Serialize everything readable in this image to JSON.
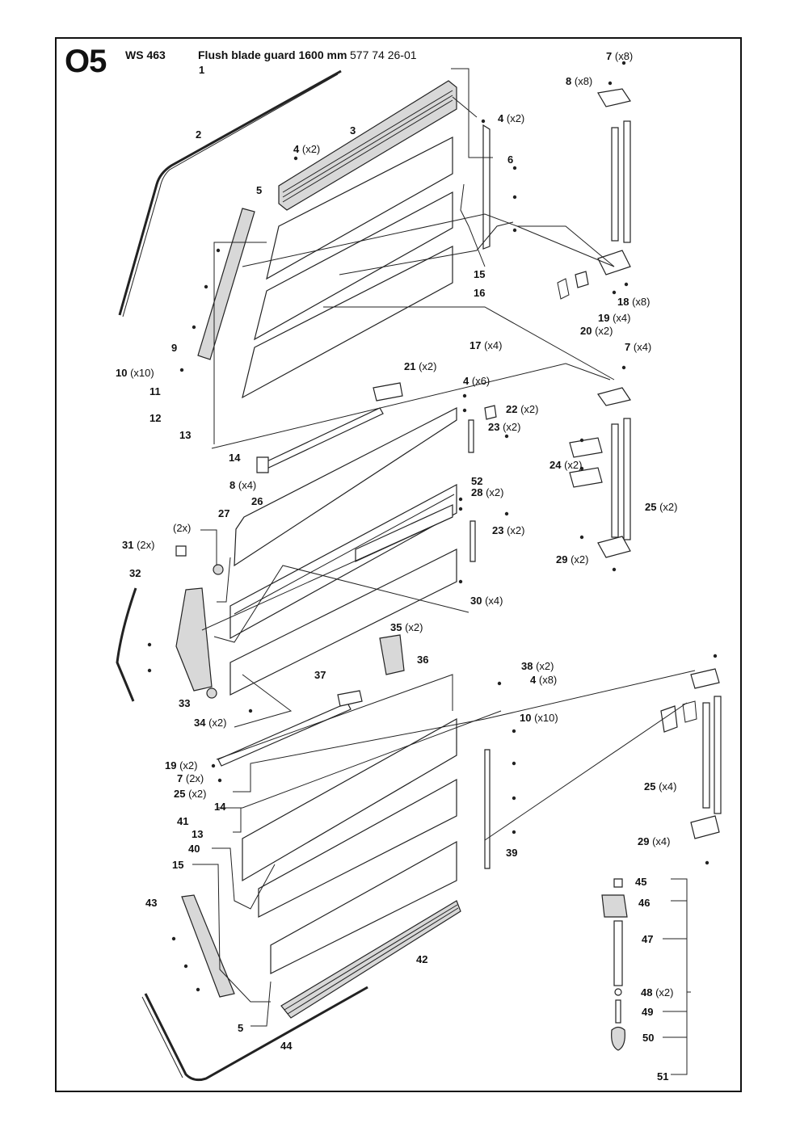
{
  "header": {
    "section_code": "O5",
    "model": "WS 463",
    "title": "Flush blade guard 1600 mm",
    "part_number": "577 74 26-01"
  },
  "callouts": [
    {
      "id": "c1",
      "num": "1",
      "qty": ""
    },
    {
      "id": "c2",
      "num": "2",
      "qty": ""
    },
    {
      "id": "c3",
      "num": "3",
      "qty": ""
    },
    {
      "id": "c4a",
      "num": "4",
      "qty": "(x2)"
    },
    {
      "id": "c4b",
      "num": "4",
      "qty": "(x2)"
    },
    {
      "id": "c5a",
      "num": "5",
      "qty": ""
    },
    {
      "id": "c6",
      "num": "6",
      "qty": ""
    },
    {
      "id": "c7a",
      "num": "7",
      "qty": "(x8)"
    },
    {
      "id": "c8a",
      "num": "8",
      "qty": "(x8)"
    },
    {
      "id": "c9",
      "num": "9",
      "qty": ""
    },
    {
      "id": "c10a",
      "num": "10",
      "qty": "(x10)"
    },
    {
      "id": "c11",
      "num": "11",
      "qty": ""
    },
    {
      "id": "c12",
      "num": "12",
      "qty": ""
    },
    {
      "id": "c13a",
      "num": "13",
      "qty": ""
    },
    {
      "id": "c14a",
      "num": "14",
      "qty": ""
    },
    {
      "id": "c15a",
      "num": "15",
      "qty": ""
    },
    {
      "id": "c16",
      "num": "16",
      "qty": ""
    },
    {
      "id": "c17",
      "num": "17",
      "qty": "(x4)"
    },
    {
      "id": "c18",
      "num": "18",
      "qty": "(x8)"
    },
    {
      "id": "c19a",
      "num": "19",
      "qty": "(x4)"
    },
    {
      "id": "c20",
      "num": "20",
      "qty": "(x2)"
    },
    {
      "id": "c7b",
      "num": "7",
      "qty": "(x4)"
    },
    {
      "id": "c21",
      "num": "21",
      "qty": "(x2)"
    },
    {
      "id": "c4c",
      "num": "4",
      "qty": "(x6)"
    },
    {
      "id": "c22",
      "num": "22",
      "qty": "(x2)"
    },
    {
      "id": "c23a",
      "num": "23",
      "qty": "(x2)"
    },
    {
      "id": "c24",
      "num": "24",
      "qty": "(x2)"
    },
    {
      "id": "c8b",
      "num": "8",
      "qty": "(x4)"
    },
    {
      "id": "c52",
      "num": "52",
      "qty": ""
    },
    {
      "id": "c28",
      "num": "28",
      "qty": "(x2)"
    },
    {
      "id": "c26",
      "num": "26",
      "qty": ""
    },
    {
      "id": "c25a",
      "num": "25",
      "qty": "(x2)"
    },
    {
      "id": "c27",
      "num": "27",
      "qty": ""
    },
    {
      "id": "c23b",
      "num": "23",
      "qty": "(x2)"
    },
    {
      "id": "c31",
      "num": "31",
      "qty": "(2x)"
    },
    {
      "id": "c31b",
      "num": "",
      "qty": "(2x)"
    },
    {
      "id": "c29a",
      "num": "29",
      "qty": "(x2)"
    },
    {
      "id": "c32",
      "num": "32",
      "qty": ""
    },
    {
      "id": "c30",
      "num": "30",
      "qty": "(x4)"
    },
    {
      "id": "c35",
      "num": "35",
      "qty": "(x2)"
    },
    {
      "id": "c36",
      "num": "36",
      "qty": ""
    },
    {
      "id": "c37",
      "num": "37",
      "qty": ""
    },
    {
      "id": "c38",
      "num": "38",
      "qty": "(x2)"
    },
    {
      "id": "c4d",
      "num": "4",
      "qty": "(x8)"
    },
    {
      "id": "c33",
      "num": "33",
      "qty": ""
    },
    {
      "id": "c34",
      "num": "34",
      "qty": "(x2)"
    },
    {
      "id": "c10b",
      "num": "10",
      "qty": "(x10)"
    },
    {
      "id": "c19b",
      "num": "19",
      "qty": "(x2)"
    },
    {
      "id": "c7c",
      "num": "7",
      "qty": "(2x)"
    },
    {
      "id": "c25b",
      "num": "25",
      "qty": "(x2)"
    },
    {
      "id": "c25c",
      "num": "25",
      "qty": "(x4)"
    },
    {
      "id": "c14b",
      "num": "14",
      "qty": ""
    },
    {
      "id": "c41",
      "num": "41",
      "qty": ""
    },
    {
      "id": "c13b",
      "num": "13",
      "qty": ""
    },
    {
      "id": "c29b",
      "num": "29",
      "qty": "(x4)"
    },
    {
      "id": "c40",
      "num": "40",
      "qty": ""
    },
    {
      "id": "c39",
      "num": "39",
      "qty": ""
    },
    {
      "id": "c15b",
      "num": "15",
      "qty": ""
    },
    {
      "id": "c45",
      "num": "45",
      "qty": ""
    },
    {
      "id": "c43",
      "num": "43",
      "qty": ""
    },
    {
      "id": "c46",
      "num": "46",
      "qty": ""
    },
    {
      "id": "c47",
      "num": "47",
      "qty": ""
    },
    {
      "id": "c42",
      "num": "42",
      "qty": ""
    },
    {
      "id": "c48",
      "num": "48",
      "qty": "(x2)"
    },
    {
      "id": "c49",
      "num": "49",
      "qty": ""
    },
    {
      "id": "c5b",
      "num": "5",
      "qty": ""
    },
    {
      "id": "c50",
      "num": "50",
      "qty": ""
    },
    {
      "id": "c44",
      "num": "44",
      "qty": ""
    },
    {
      "id": "c51",
      "num": "51",
      "qty": ""
    }
  ]
}
